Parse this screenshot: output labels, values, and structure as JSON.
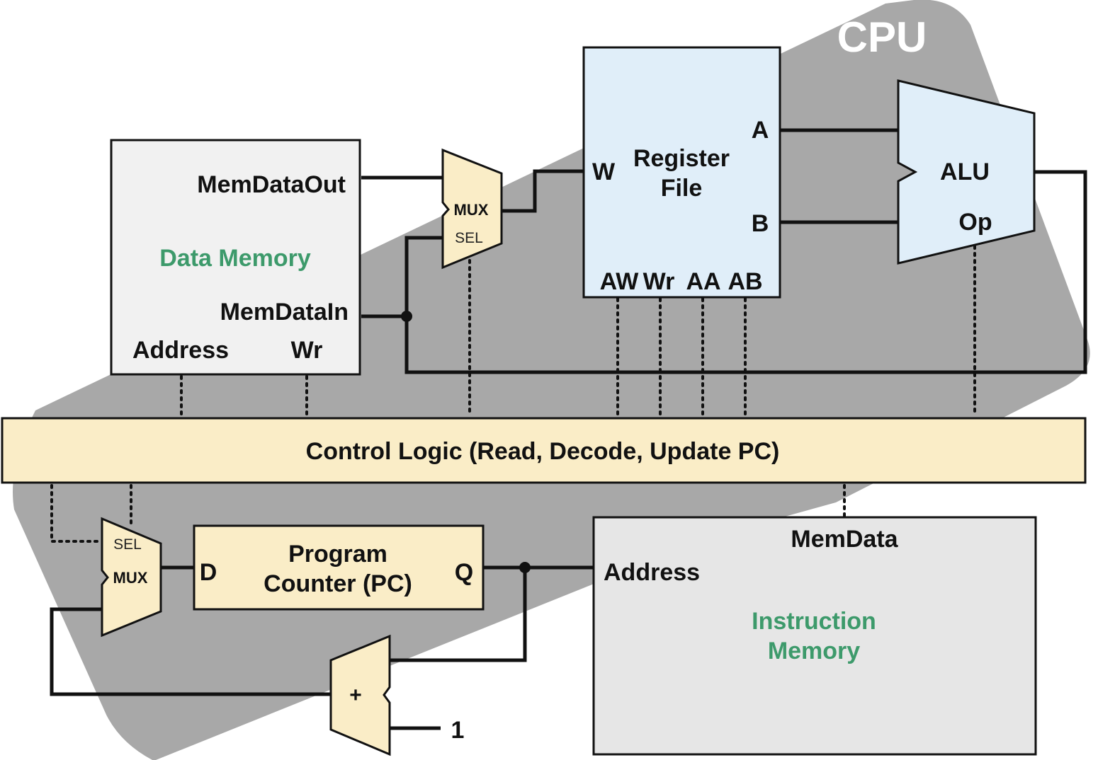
{
  "cpu_label": "CPU",
  "data_memory": {
    "name": "Data Memory",
    "out_port": "MemDataOut",
    "in_port": "MemDataIn",
    "address_port": "Address",
    "write_port": "Wr"
  },
  "data_mux": {
    "label": "MUX",
    "select": "SEL"
  },
  "register_file": {
    "name_line1": "Register",
    "name_line2": "File",
    "write_port": "W",
    "port_a": "A",
    "port_b": "B",
    "control_ports": [
      "AW",
      "Wr",
      "AA",
      "AB"
    ]
  },
  "alu": {
    "name": "ALU",
    "op_port": "Op"
  },
  "control_logic": {
    "label": "Control Logic (Read, Decode, Update PC)"
  },
  "pc_mux": {
    "label": "MUX",
    "select": "SEL"
  },
  "program_counter": {
    "name_line1": "Program",
    "name_line2": "Counter (PC)",
    "d_port": "D",
    "q_port": "Q"
  },
  "adder": {
    "label": "+",
    "constant": "1"
  },
  "instruction_memory": {
    "name_line1": "Instruction",
    "name_line2": "Memory",
    "address_port": "Address",
    "data_port": "MemData"
  },
  "colors": {
    "cpu_background": "#a8a8a8",
    "data_memory_fill": "#f1f1f1",
    "instruction_memory_fill": "#e6e6e6",
    "register_fill": "#e0eef9",
    "logic_fill": "#faedc7",
    "label_green": "#3d9a6b",
    "wire": "#111111"
  }
}
